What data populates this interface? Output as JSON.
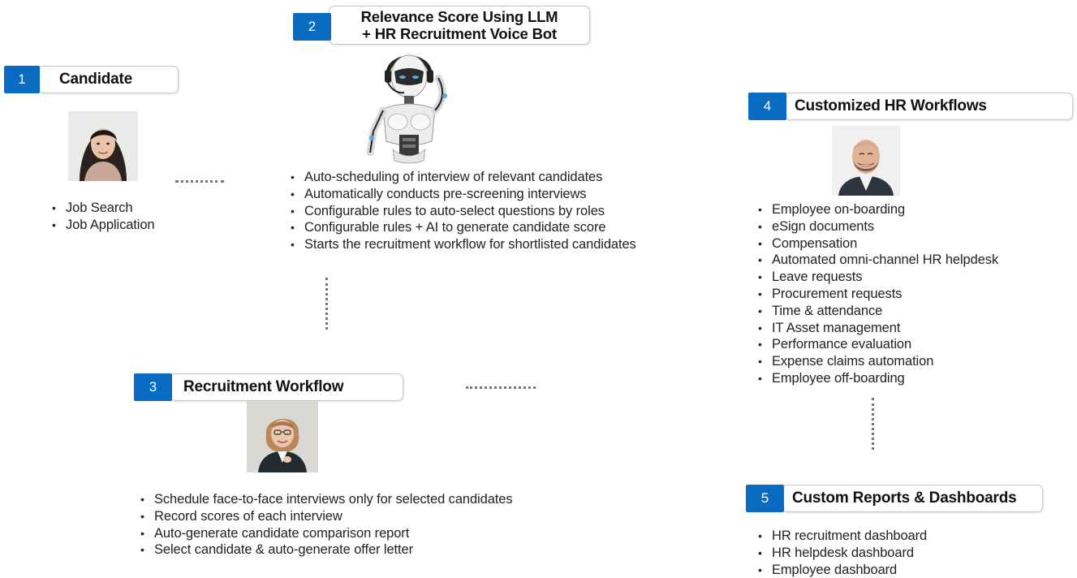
{
  "steps": [
    {
      "number": "1",
      "title": "Candidate",
      "bullets": [
        "Job Search",
        "Job Application"
      ]
    },
    {
      "number": "2",
      "title_lines": [
        "Relevance Score Using LLM",
        "+ HR Recruitment Voice Bot"
      ],
      "bullets": [
        "Auto-scheduling of interview of relevant candidates",
        "Automatically conducts pre-screening interviews",
        "Configurable rules to auto-select questions by roles",
        "Configurable rules + AI to generate candidate score",
        "Starts the recruitment workflow for shortlisted candidates"
      ]
    },
    {
      "number": "3",
      "title": "Recruitment Workflow",
      "bullets": [
        "Schedule face-to-face interviews only for selected candidates",
        "Record scores of each interview",
        "Auto-generate candidate comparison report",
        "Select candidate & auto-generate offer letter"
      ]
    },
    {
      "number": "4",
      "title": "Customized HR Workflows",
      "bullets": [
        "Employee on-boarding",
        "eSign documents",
        "Compensation",
        "Automated omni-channel HR helpdesk",
        "Leave requests",
        "Procurement requests",
        "Time & attendance",
        "IT Asset management",
        "Performance evaluation",
        "Expense claims automation",
        "Employee off-boarding"
      ]
    },
    {
      "number": "5",
      "title": "Custom Reports & Dashboards",
      "bullets": [
        "HR recruitment dashboard",
        "HR helpdesk dashboard",
        "Employee dashboard"
      ]
    }
  ],
  "colors": {
    "accent": "#0a6cc0",
    "connector": "#777777"
  },
  "icons": {
    "step1": "candidate-woman-photo",
    "step2": "robot-voice-bot-image",
    "step3": "recruiter-woman-photo",
    "step4": "smiling-man-photo"
  }
}
